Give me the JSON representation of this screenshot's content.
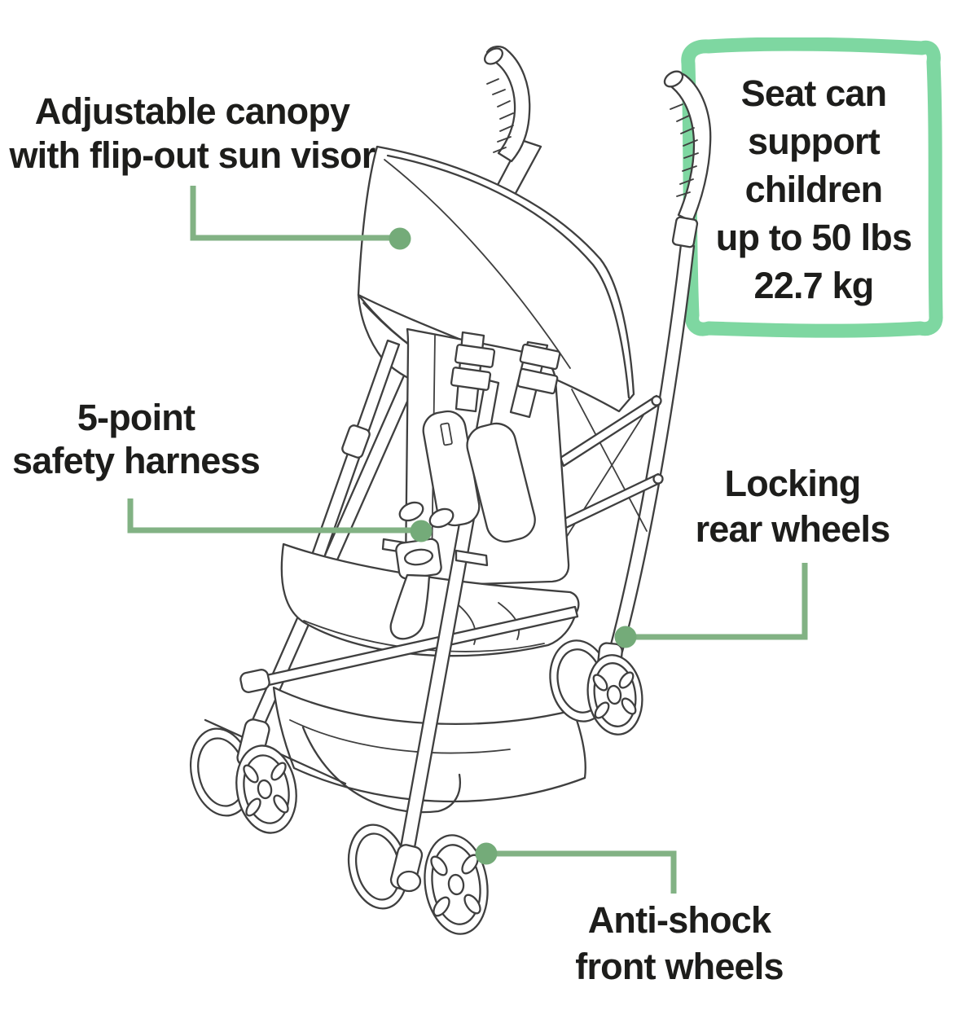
{
  "colors": {
    "background": "#ffffff",
    "text": "#1d1d1b",
    "line_art": "#3f3f3f",
    "connector_green": "#82b284",
    "dot_green": "#74ab79",
    "box_green": "#7ed7a1"
  },
  "callouts": {
    "canopy": {
      "line1": "Adjustable canopy",
      "line2": "with flip-out sun visor"
    },
    "harness": {
      "line1": "5-point",
      "line2": "safety harness"
    },
    "rear_wheels": {
      "line1": "Locking",
      "line2": "rear wheels"
    },
    "front_wheels": {
      "line1": "Anti-shock",
      "line2": "front wheels"
    }
  },
  "seat_capacity_box": {
    "line1": "Seat can",
    "line2": "support",
    "line3": "children",
    "line4": "up to 50 lbs",
    "line5": "22.7 kg"
  }
}
